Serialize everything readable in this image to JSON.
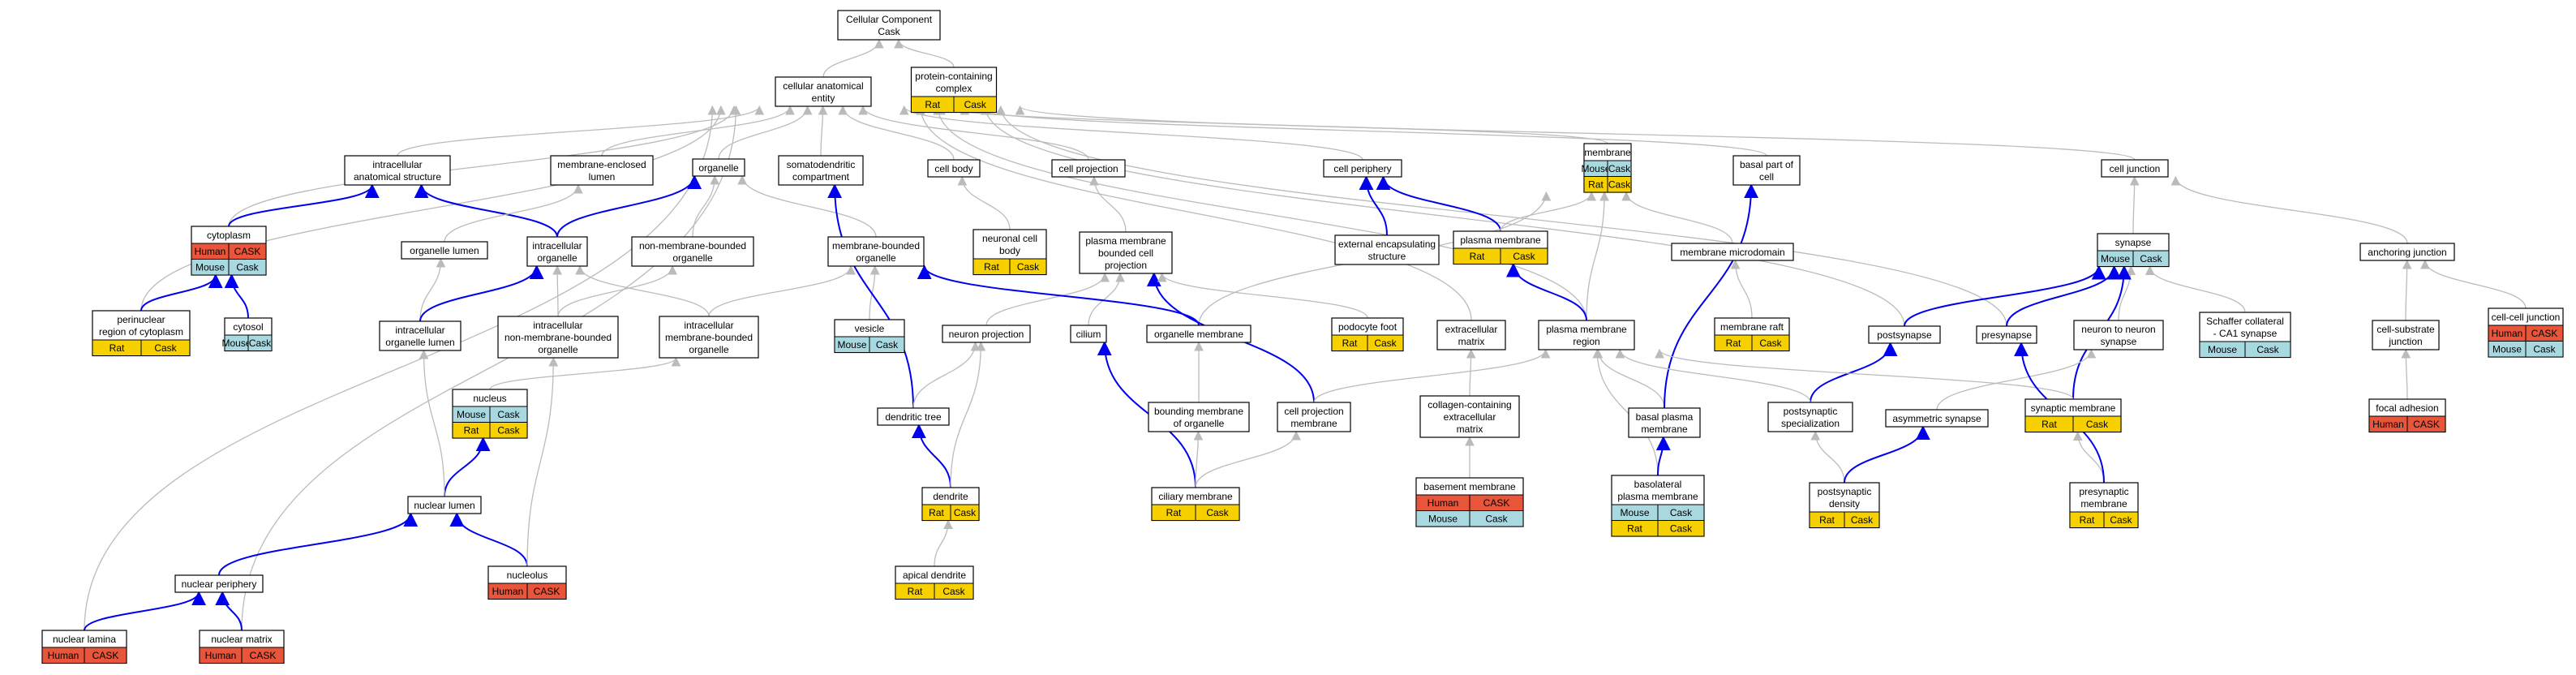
{
  "diagram": {
    "colors": {
      "human": "#e8553a",
      "mouse": "#a8d8e0",
      "rat": "#f7d000",
      "edge_gray": "#bbbbbb",
      "edge_blue": "#0000ee"
    },
    "nodes": [
      {
        "id": "root",
        "lines": [
          "Cellular Component",
          "Cask"
        ],
        "tags": []
      },
      {
        "id": "pcc",
        "lines": [
          "protein-containing",
          "complex"
        ],
        "tags": [
          [
            "Rat",
            "Cask"
          ]
        ]
      },
      {
        "id": "cae",
        "lines": [
          "cellular anatomical",
          "entity"
        ],
        "tags": []
      },
      {
        "id": "ias",
        "lines": [
          "intracellular",
          "anatomical structure"
        ],
        "tags": []
      },
      {
        "id": "mel",
        "lines": [
          "membrane-enclosed",
          "lumen"
        ],
        "tags": []
      },
      {
        "id": "org",
        "lines": [
          "organelle"
        ],
        "tags": []
      },
      {
        "id": "sdc",
        "lines": [
          "somatodendritic",
          "compartment"
        ],
        "tags": []
      },
      {
        "id": "cbody",
        "lines": [
          "cell body"
        ],
        "tags": []
      },
      {
        "id": "cproj",
        "lines": [
          "cell projection"
        ],
        "tags": []
      },
      {
        "id": "cper",
        "lines": [
          "cell periphery"
        ],
        "tags": []
      },
      {
        "id": "mem",
        "lines": [
          "membrane"
        ],
        "tags": [
          [
            "Mouse",
            "Cask"
          ],
          [
            "Rat",
            "Cask"
          ]
        ]
      },
      {
        "id": "bpc",
        "lines": [
          "basal part of",
          "cell"
        ],
        "tags": []
      },
      {
        "id": "cjun",
        "lines": [
          "cell junction"
        ],
        "tags": []
      },
      {
        "id": "cyto",
        "lines": [
          "cytoplasm"
        ],
        "tags": [
          [
            "Human",
            "CASK"
          ],
          [
            "Mouse",
            "Cask"
          ]
        ]
      },
      {
        "id": "olum",
        "lines": [
          "organelle lumen"
        ],
        "tags": []
      },
      {
        "id": "io",
        "lines": [
          "intracellular",
          "organelle"
        ],
        "tags": []
      },
      {
        "id": "nmbo",
        "lines": [
          "non-membrane-bounded",
          "organelle"
        ],
        "tags": []
      },
      {
        "id": "mbo",
        "lines": [
          "membrane-bounded",
          "organelle"
        ],
        "tags": []
      },
      {
        "id": "ncb",
        "lines": [
          "neuronal cell",
          "body"
        ],
        "tags": [
          [
            "Rat",
            "Cask"
          ]
        ]
      },
      {
        "id": "pmbcp",
        "lines": [
          "plasma membrane",
          "bounded cell",
          "projection"
        ],
        "tags": []
      },
      {
        "id": "ecs",
        "lines": [
          "external encapsulating",
          "structure"
        ],
        "tags": []
      },
      {
        "id": "pm",
        "lines": [
          "plasma membrane"
        ],
        "tags": [
          [
            "Rat",
            "Cask"
          ]
        ]
      },
      {
        "id": "mmic",
        "lines": [
          "membrane microdomain"
        ],
        "tags": []
      },
      {
        "id": "syn",
        "lines": [
          "synapse"
        ],
        "tags": [
          [
            "Mouse",
            "Cask"
          ]
        ]
      },
      {
        "id": "ajun",
        "lines": [
          "anchoring junction"
        ],
        "tags": []
      },
      {
        "id": "pnuc",
        "lines": [
          "perinuclear",
          "region of cytoplasm"
        ],
        "tags": [
          [
            "Rat",
            "Cask"
          ]
        ]
      },
      {
        "id": "cytosol",
        "lines": [
          "cytosol"
        ],
        "tags": [
          [
            "Mouse",
            "Cask"
          ]
        ]
      },
      {
        "id": "iol",
        "lines": [
          "intracellular",
          "organelle lumen"
        ],
        "tags": []
      },
      {
        "id": "inmbo",
        "lines": [
          "intracellular",
          "non-membrane-bounded",
          "organelle"
        ],
        "tags": []
      },
      {
        "id": "imbo",
        "lines": [
          "intracellular",
          "membrane-bounded",
          "organelle"
        ],
        "tags": []
      },
      {
        "id": "ves",
        "lines": [
          "vesicle"
        ],
        "tags": [
          [
            "Mouse",
            "Cask"
          ]
        ]
      },
      {
        "id": "nproj",
        "lines": [
          "neuron projection"
        ],
        "tags": []
      },
      {
        "id": "cil",
        "lines": [
          "cilium"
        ],
        "tags": []
      },
      {
        "id": "omem",
        "lines": [
          "organelle membrane"
        ],
        "tags": []
      },
      {
        "id": "pfoot",
        "lines": [
          "podocyte foot"
        ],
        "tags": [
          [
            "Rat",
            "Cask"
          ]
        ]
      },
      {
        "id": "ecm",
        "lines": [
          "extracellular",
          "matrix"
        ],
        "tags": []
      },
      {
        "id": "pmr",
        "lines": [
          "plasma membrane",
          "region"
        ],
        "tags": []
      },
      {
        "id": "mraft",
        "lines": [
          "membrane raft"
        ],
        "tags": [
          [
            "Rat",
            "Cask"
          ]
        ]
      },
      {
        "id": "postsyn",
        "lines": [
          "postsynapse"
        ],
        "tags": []
      },
      {
        "id": "presyn",
        "lines": [
          "presynapse"
        ],
        "tags": []
      },
      {
        "id": "n2n",
        "lines": [
          "neuron to neuron",
          "synapse"
        ],
        "tags": []
      },
      {
        "id": "schaf",
        "lines": [
          "Schaffer collateral",
          "- CA1 synapse"
        ],
        "tags": [
          [
            "Mouse",
            "Cask"
          ]
        ]
      },
      {
        "id": "csj",
        "lines": [
          "cell-substrate",
          "junction"
        ],
        "tags": []
      },
      {
        "id": "ccj",
        "lines": [
          "cell-cell junction"
        ],
        "tags": [
          [
            "Human",
            "CASK"
          ],
          [
            "Mouse",
            "Cask"
          ]
        ]
      },
      {
        "id": "nucleus",
        "lines": [
          "nucleus"
        ],
        "tags": [
          [
            "Mouse",
            "Cask"
          ],
          [
            "Rat",
            "Cask"
          ]
        ]
      },
      {
        "id": "dtree",
        "lines": [
          "dendritic tree"
        ],
        "tags": []
      },
      {
        "id": "bmo",
        "lines": [
          "bounding membrane",
          "of organelle"
        ],
        "tags": []
      },
      {
        "id": "cpm",
        "lines": [
          "cell projection",
          "membrane"
        ],
        "tags": []
      },
      {
        "id": "ccecm",
        "lines": [
          "collagen-containing",
          "extracellular",
          "matrix"
        ],
        "tags": []
      },
      {
        "id": "bpm",
        "lines": [
          "basal plasma",
          "membrane"
        ],
        "tags": []
      },
      {
        "id": "psspec",
        "lines": [
          "postsynaptic",
          "specialization"
        ],
        "tags": []
      },
      {
        "id": "asyn",
        "lines": [
          "asymmetric synapse"
        ],
        "tags": []
      },
      {
        "id": "synm",
        "lines": [
          "synaptic membrane"
        ],
        "tags": [
          [
            "Rat",
            "Cask"
          ]
        ]
      },
      {
        "id": "fadh",
        "lines": [
          "focal adhesion"
        ],
        "tags": [
          [
            "Human",
            "CASK"
          ]
        ]
      },
      {
        "id": "dend",
        "lines": [
          "dendrite"
        ],
        "tags": [
          [
            "Rat",
            "Cask"
          ]
        ]
      },
      {
        "id": "nlum",
        "lines": [
          "nuclear lumen"
        ],
        "tags": []
      },
      {
        "id": "cilm",
        "lines": [
          "ciliary membrane"
        ],
        "tags": [
          [
            "Rat",
            "Cask"
          ]
        ]
      },
      {
        "id": "bmem",
        "lines": [
          "basement membrane"
        ],
        "tags": [
          [
            "Human",
            "CASK"
          ],
          [
            "Mouse",
            "Cask"
          ]
        ]
      },
      {
        "id": "blpm",
        "lines": [
          "basolateral",
          "plasma membrane"
        ],
        "tags": [
          [
            "Mouse",
            "Cask"
          ],
          [
            "Rat",
            "Cask"
          ]
        ]
      },
      {
        "id": "psd",
        "lines": [
          "postsynaptic",
          "density"
        ],
        "tags": [
          [
            "Rat",
            "Cask"
          ]
        ]
      },
      {
        "id": "presm",
        "lines": [
          "presynaptic",
          "membrane"
        ],
        "tags": [
          [
            "Rat",
            "Cask"
          ]
        ]
      },
      {
        "id": "nucleolus",
        "lines": [
          "nucleolus"
        ],
        "tags": [
          [
            "Human",
            "CASK"
          ]
        ]
      },
      {
        "id": "apd",
        "lines": [
          "apical dendrite"
        ],
        "tags": [
          [
            "Rat",
            "Cask"
          ]
        ]
      },
      {
        "id": "nper",
        "lines": [
          "nuclear periphery"
        ],
        "tags": []
      },
      {
        "id": "nlam",
        "lines": [
          "nuclear lamina"
        ],
        "tags": [
          [
            "Human",
            "CASK"
          ]
        ]
      },
      {
        "id": "nmat",
        "lines": [
          "nuclear matrix"
        ],
        "tags": [
          [
            "Human",
            "CASK"
          ]
        ]
      }
    ],
    "edges": [
      [
        "pcc",
        "root",
        "g"
      ],
      [
        "cae",
        "root",
        "g"
      ],
      [
        "ias",
        "cae",
        "g"
      ],
      [
        "mel",
        "cae",
        "g"
      ],
      [
        "org",
        "cae",
        "g"
      ],
      [
        "sdc",
        "cae",
        "g"
      ],
      [
        "cbody",
        "cae",
        "g"
      ],
      [
        "cproj",
        "cae",
        "g"
      ],
      [
        "cper",
        "cae",
        "g"
      ],
      [
        "mem",
        "cae",
        "g"
      ],
      [
        "bpc",
        "cae",
        "g"
      ],
      [
        "cjun",
        "cae",
        "g"
      ],
      [
        "cyto",
        "cae",
        "g"
      ],
      [
        "pnuc",
        "cae",
        "g"
      ],
      [
        "nlam",
        "cae",
        "g"
      ],
      [
        "nmat",
        "cae",
        "g"
      ],
      [
        "presyn",
        "cae",
        "g"
      ],
      [
        "postsyn",
        "cae",
        "g"
      ],
      [
        "ecm",
        "cae",
        "g"
      ],
      [
        "pmr",
        "cae",
        "g"
      ],
      [
        "cyto",
        "ias",
        "b"
      ],
      [
        "io",
        "ias",
        "b"
      ],
      [
        "olum",
        "mel",
        "g"
      ],
      [
        "io",
        "org",
        "b"
      ],
      [
        "nmbo",
        "org",
        "g"
      ],
      [
        "mbo",
        "org",
        "g"
      ],
      [
        "ncb",
        "cbody",
        "g"
      ],
      [
        "pmbcp",
        "cproj",
        "g"
      ],
      [
        "ecs",
        "cper",
        "b"
      ],
      [
        "pm",
        "cper",
        "b"
      ],
      [
        "pm",
        "mem",
        "g"
      ],
      [
        "mmic",
        "mem",
        "g"
      ],
      [
        "omem",
        "mem",
        "g"
      ],
      [
        "pmr",
        "mem",
        "g"
      ],
      [
        "syn",
        "cjun",
        "g"
      ],
      [
        "ajun",
        "cjun",
        "g"
      ],
      [
        "pnuc",
        "cyto",
        "b"
      ],
      [
        "cytosol",
        "cyto",
        "b"
      ],
      [
        "iol",
        "olum",
        "g"
      ],
      [
        "iol",
        "io",
        "b"
      ],
      [
        "inmbo",
        "io",
        "g"
      ],
      [
        "imbo",
        "io",
        "g"
      ],
      [
        "inmbo",
        "nmbo",
        "g"
      ],
      [
        "imbo",
        "mbo",
        "g"
      ],
      [
        "ves",
        "mbo",
        "g"
      ],
      [
        "nproj",
        "pmbcp",
        "g"
      ],
      [
        "cil",
        "pmbcp",
        "g"
      ],
      [
        "cpm",
        "pmbcp",
        "b"
      ],
      [
        "pfoot",
        "pmbcp",
        "g"
      ],
      [
        "ccecm",
        "ecm",
        "g"
      ],
      [
        "pmr",
        "pm",
        "b"
      ],
      [
        "mraft",
        "mmic",
        "g"
      ],
      [
        "postsyn",
        "syn",
        "b"
      ],
      [
        "presyn",
        "syn",
        "b"
      ],
      [
        "n2n",
        "syn",
        "g"
      ],
      [
        "schaf",
        "syn",
        "g"
      ],
      [
        "synm",
        "syn",
        "b"
      ],
      [
        "csj",
        "ajun",
        "g"
      ],
      [
        "ccj",
        "ajun",
        "g"
      ],
      [
        "fadh",
        "csj",
        "g"
      ],
      [
        "nucleus",
        "imbo",
        "g"
      ],
      [
        "dtree",
        "sdc",
        "b"
      ],
      [
        "dtree",
        "nproj",
        "g"
      ],
      [
        "dend",
        "dtree",
        "b"
      ],
      [
        "dend",
        "nproj",
        "g"
      ],
      [
        "cilm",
        "cil",
        "b"
      ],
      [
        "cilm",
        "bmo",
        "g"
      ],
      [
        "cilm",
        "cpm",
        "g"
      ],
      [
        "bmo",
        "omem",
        "g"
      ],
      [
        "omem",
        "mbo",
        "b"
      ],
      [
        "cpm",
        "pmr",
        "g"
      ],
      [
        "bmem",
        "ccecm",
        "g"
      ],
      [
        "bpm",
        "pmr",
        "g"
      ],
      [
        "bpm",
        "bpc",
        "b"
      ],
      [
        "blpm",
        "pmr",
        "g"
      ],
      [
        "blpm",
        "bpm",
        "b"
      ],
      [
        "psspec",
        "postsyn",
        "b"
      ],
      [
        "psspec",
        "pmr",
        "g"
      ],
      [
        "asyn",
        "n2n",
        "g"
      ],
      [
        "synm",
        "pmr",
        "g"
      ],
      [
        "psd",
        "psspec",
        "g"
      ],
      [
        "psd",
        "asyn",
        "b"
      ],
      [
        "presm",
        "synm",
        "g"
      ],
      [
        "presm",
        "presyn",
        "b"
      ],
      [
        "nlum",
        "nucleus",
        "b"
      ],
      [
        "nlum",
        "iol",
        "g"
      ],
      [
        "nucleolus",
        "nlum",
        "b"
      ],
      [
        "nucleolus",
        "inmbo",
        "g"
      ],
      [
        "apd",
        "dend",
        "g"
      ],
      [
        "nper",
        "nlum",
        "b"
      ],
      [
        "nlam",
        "nper",
        "b"
      ],
      [
        "nmat",
        "nper",
        "b"
      ]
    ]
  }
}
